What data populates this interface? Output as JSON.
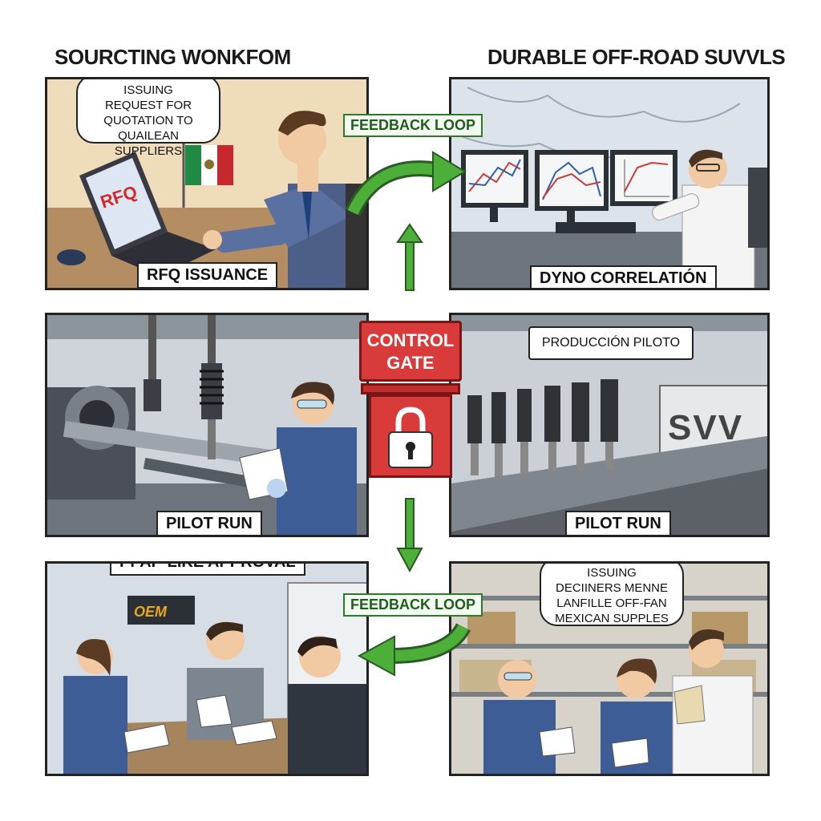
{
  "titles": {
    "left": "SOURCTING WONKFOM",
    "right": "DURABLE OFF-ROAD SUVVLS"
  },
  "panels": {
    "rfq": {
      "label": "RFQ ISSUANCE",
      "bubble": [
        "ISSUING",
        "REQUEST FOR",
        "QUOTATION TO",
        "QUAILEAN SUPPLIERS"
      ],
      "screen_text": "RFQ"
    },
    "dyno": {
      "label": "DYNO CORRELATIÓN"
    },
    "pilot_left": {
      "label": "PILOT RUN"
    },
    "pilot_right": {
      "label": "PILOT RUN",
      "sign": "PRODUCCIÓN PILOTO",
      "wall_logo": "SVV"
    },
    "ppap": {
      "label": "PPAP-LIKE APPROVAL",
      "screen_text": "OEM"
    },
    "warehouse": {
      "bubble": [
        "ISSUING",
        "DECIINERS MENNE",
        "LANFILLE OFF-FAN",
        "MEXICAN SUPPLES"
      ]
    }
  },
  "control_gate": {
    "line1": "CONTROL",
    "line2": "GATE"
  },
  "feedback": {
    "top": "FEEDBACK LOOP",
    "bottom": "FEEDBACK LOOP"
  },
  "colors": {
    "arrow_green": "#4caf3a",
    "gate_red": "#d93a3a"
  }
}
